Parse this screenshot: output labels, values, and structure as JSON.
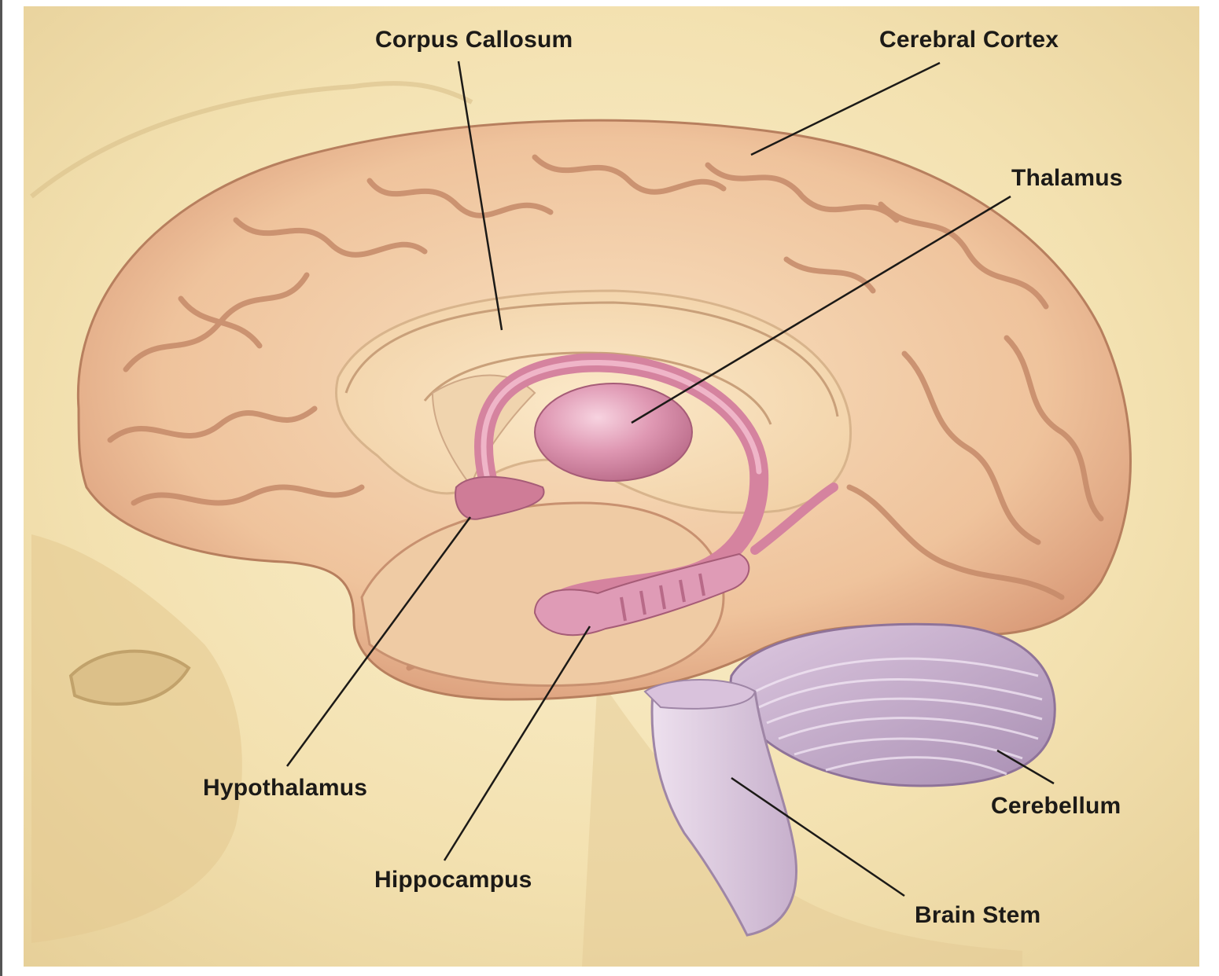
{
  "labels": {
    "corpus_callosum": "Corpus Callosum",
    "cerebral_cortex": "Cerebral Cortex",
    "thalamus": "Thalamus",
    "hypothalamus": "Hypothalamus",
    "hippocampus": "Hippocampus",
    "cerebellum": "Cerebellum",
    "brain_stem": "Brain Stem"
  },
  "colors": {
    "background": "#f3e4b8",
    "cortex": "#f0c9a0",
    "cortex_shadow": "#c98f6f",
    "limbic_pink": "#d98aa6",
    "cerebellum": "#c9b3cf",
    "brain_stem": "#e3d3e6",
    "leader_line": "#1c1a17"
  }
}
